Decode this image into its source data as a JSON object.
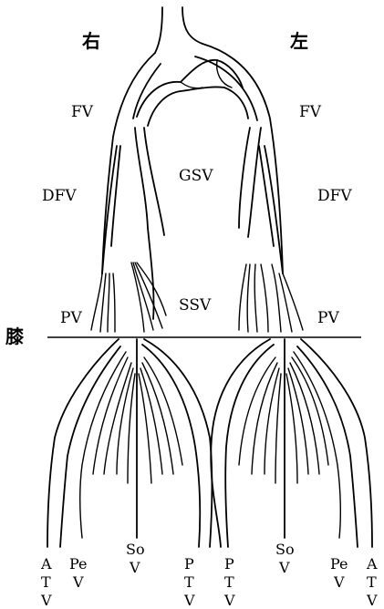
{
  "labels": {
    "side_right": "右",
    "side_left": "左",
    "knee": "膝",
    "fv_right": "FV",
    "fv_left": "FV",
    "gsv": "GSV",
    "dfv_right": "DFV",
    "dfv_left": "DFV",
    "ssv": "SSV",
    "pv_right": "PV",
    "pv_left": "PV",
    "bottom": [
      [
        "A",
        "T",
        "V"
      ],
      [
        "Pe",
        "V"
      ],
      [
        "So",
        "V"
      ],
      [
        "P",
        "T",
        "V"
      ],
      [
        "P",
        "T",
        "V"
      ],
      [
        "So",
        "V"
      ],
      [
        "Pe",
        "V"
      ],
      [
        "A",
        "T",
        "V"
      ]
    ]
  }
}
